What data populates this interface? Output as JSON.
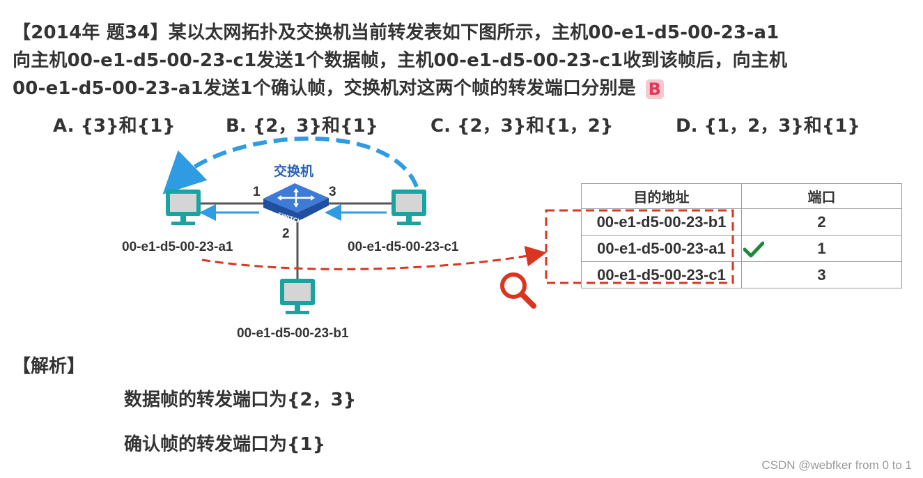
{
  "question": {
    "line1": "【2014年 题34】某以太网拓扑及交换机当前转发表如下图所示，主机00-e1-d5-00-23-a1",
    "line2": "向主机00-e1-d5-00-23-c1发送1个数据帧，主机00-e1-d5-00-23-c1收到该帧后，向主机",
    "line3": "00-e1-d5-00-23-a1发送1个确认帧，交换机对这两个帧的转发端口分别是",
    "answer": "B"
  },
  "options": {
    "a": "A. {3}和{1}",
    "b": "B. {2，3}和{1}",
    "c": "C. {2，3}和{1，2}",
    "d": "D. {1，2，3}和{1}"
  },
  "diagram": {
    "switch_label": "交换机",
    "switch_text": "SWITCH",
    "ports": {
      "p1": "1",
      "p2": "2",
      "p3": "3"
    },
    "hosts": {
      "a1": "00-e1-d5-00-23-a1",
      "c1": "00-e1-d5-00-23-c1",
      "b1": "00-e1-d5-00-23-b1"
    },
    "colors": {
      "host": "#1aa39f",
      "arrow_blue": "#2f9be3",
      "arrow_red": "#d9351f",
      "switch": "#2b63b8"
    }
  },
  "table": {
    "headers": [
      "目的地址",
      "端口"
    ],
    "rows": [
      {
        "mac": "00-e1-d5-00-23-b1",
        "port": "2"
      },
      {
        "mac": "00-e1-d5-00-23-a1",
        "port": "1"
      },
      {
        "mac": "00-e1-d5-00-23-c1",
        "port": "3"
      }
    ]
  },
  "analysis": {
    "title": "【解析】",
    "line1": "数据帧的转发端口为{2，3}",
    "line2": "确认帧的转发端口为{1}"
  },
  "watermark": "CSDN @webfker from 0 to 1"
}
